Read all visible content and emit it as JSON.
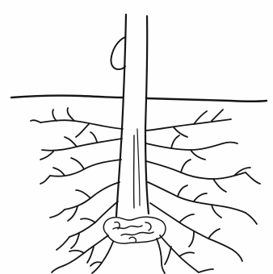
{
  "colors": {
    "paper": "#fefefe",
    "ink": "#151515"
  },
  "illustration": {
    "subject": "tree-trunk-with-spreading-roots",
    "parts": [
      "trunk",
      "cut-branch-stub",
      "ground-line",
      "root-system",
      "root-ball"
    ]
  }
}
